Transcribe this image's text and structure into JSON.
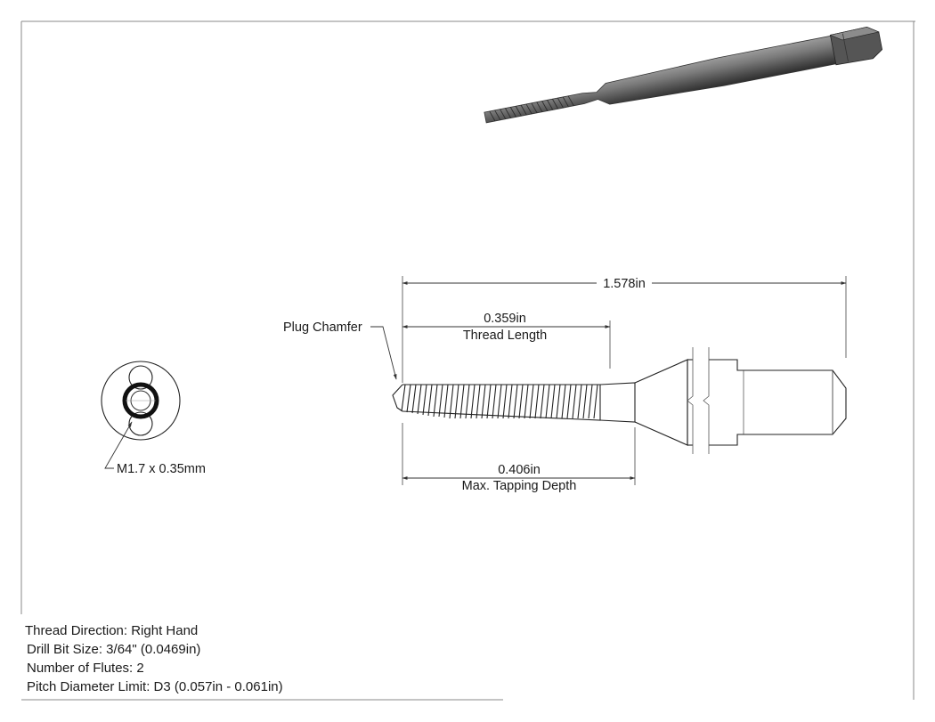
{
  "dimensions": {
    "overall_length": "1.578in",
    "thread_length_value": "0.359in",
    "thread_length_label": "Thread Length",
    "tapping_depth_value": "0.406in",
    "tapping_depth_label": "Max. Tapping Depth"
  },
  "callouts": {
    "plug_chamfer": "Plug Chamfer",
    "thread_size": "M1.7 x 0.35mm"
  },
  "specs": [
    "Thread Direction: Right Hand",
    "Drill Bit Size: 3/64\" (0.0469in)",
    "Number of Flutes: 2",
    "Pitch Diameter Limit: D3 (0.057in - 0.061in)"
  ]
}
